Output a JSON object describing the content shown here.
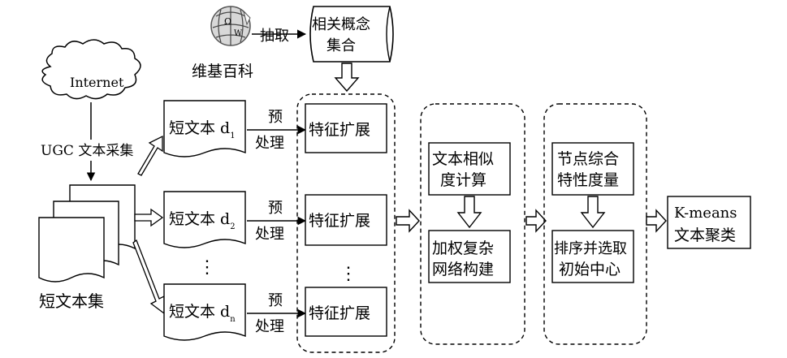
{
  "wiki": {
    "label": "维基百科",
    "extract": "抽取"
  },
  "concept_set": {
    "line1": "相关概念",
    "line2": "集合"
  },
  "internet": {
    "label": "Internet"
  },
  "ugc": {
    "label": "UGC 文本采集"
  },
  "corpus": {
    "label": "短文本集"
  },
  "docs": [
    {
      "label": "短文本 d",
      "sub": "1"
    },
    {
      "label": "短文本 d",
      "sub": "2"
    },
    {
      "label": "短文本 d",
      "sub": "n"
    }
  ],
  "preprocess": {
    "line1": "预",
    "line2": "处理"
  },
  "ellipsis": "⋮",
  "feature_expansion": "特征扩展",
  "similarity": {
    "line1": "文本相似",
    "line2": "度计算"
  },
  "network": {
    "line1": "加权复杂",
    "line2": "网络构建"
  },
  "node_measure": {
    "line1": "节点综合",
    "line2": "特性度量"
  },
  "sort_select": {
    "line1": "排序并选取",
    "line2": "初始中心"
  },
  "kmeans": {
    "line1": "K-means",
    "line2": "文本聚类"
  }
}
